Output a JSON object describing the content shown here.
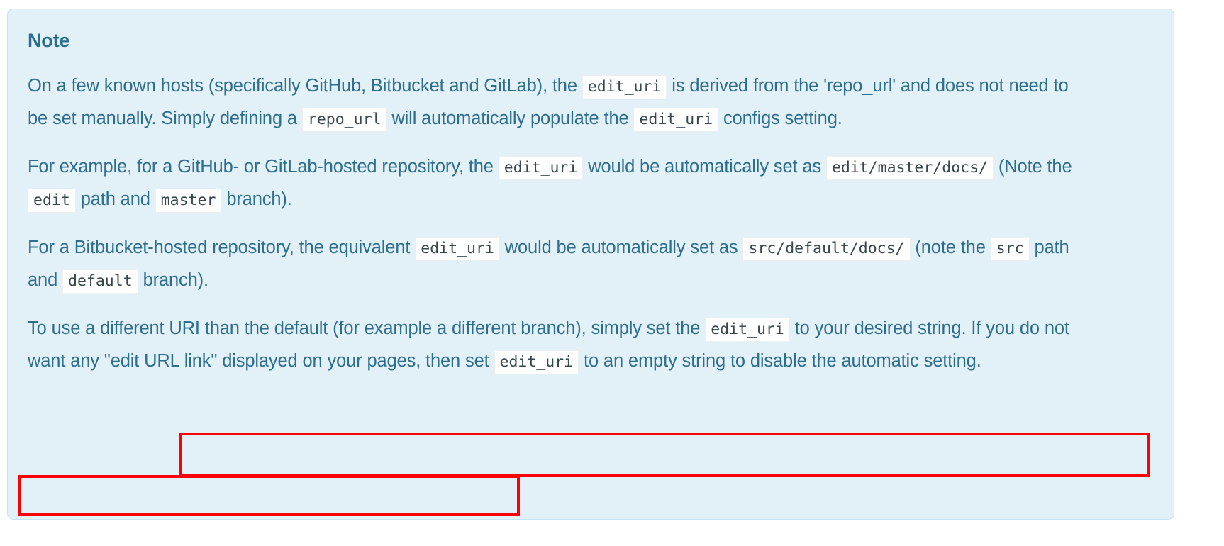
{
  "admonition": {
    "type": "note",
    "title": "Note",
    "colors": {
      "background": "#e2f0f7",
      "border": "#c6e5f2",
      "text": "#2d6e8e",
      "title": "#2a6e8f",
      "code_background": "#ffffff",
      "code_border": "#eceff1",
      "code_text": "#37474f",
      "annotation": "#fb0007"
    },
    "paragraphs": [
      {
        "id": "p1",
        "parts": [
          {
            "type": "text",
            "value": "On a few known hosts (specifically GitHub, Bitbucket and GitLab), the "
          },
          {
            "type": "code",
            "value": "edit_uri"
          },
          {
            "type": "text",
            "value": " is derived from the 'repo_url' and does not need to be set manually. Simply defining a "
          },
          {
            "type": "code",
            "value": "repo_url"
          },
          {
            "type": "text",
            "value": " will automatically populate the "
          },
          {
            "type": "code",
            "value": "edit_uri"
          },
          {
            "type": "text",
            "value": " configs setting."
          }
        ]
      },
      {
        "id": "p2",
        "parts": [
          {
            "type": "text",
            "value": "For example, for a GitHub- or GitLab-hosted repository, the "
          },
          {
            "type": "code",
            "value": "edit_uri"
          },
          {
            "type": "text",
            "value": " would be automatically set as "
          },
          {
            "type": "code",
            "value": "edit/master/docs/"
          },
          {
            "type": "text",
            "value": " (Note the "
          },
          {
            "type": "code",
            "value": "edit"
          },
          {
            "type": "text",
            "value": " path and "
          },
          {
            "type": "code",
            "value": "master"
          },
          {
            "type": "text",
            "value": " branch)."
          }
        ]
      },
      {
        "id": "p3",
        "parts": [
          {
            "type": "text",
            "value": "For a Bitbucket-hosted repository, the equivalent "
          },
          {
            "type": "code",
            "value": "edit_uri"
          },
          {
            "type": "text",
            "value": " would be automatically set as "
          },
          {
            "type": "code",
            "value": "src/default/docs/"
          },
          {
            "type": "text",
            "value": " (note the "
          },
          {
            "type": "code",
            "value": "src"
          },
          {
            "type": "text",
            "value": " path and "
          },
          {
            "type": "code",
            "value": "default"
          },
          {
            "type": "text",
            "value": " branch)."
          }
        ]
      },
      {
        "id": "p4",
        "parts": [
          {
            "type": "text",
            "value": "To use a different URI than the default (for example a different branch), simply set the "
          },
          {
            "type": "code",
            "value": "edit_uri"
          },
          {
            "type": "text",
            "value": " to your desired string. If you do not want any \"edit URL link\" displayed on your pages, then set "
          },
          {
            "type": "code",
            "value": "edit_uri"
          },
          {
            "type": "text",
            "value": " to an empty string to disable the automatic setting."
          }
        ]
      }
    ]
  },
  "annotations": [
    {
      "id": "ann-1",
      "shape": "rectangle",
      "color": "#fb0007",
      "highlights": "If you do not want any \"edit URL link\" displayed on your pages, then set edit_uri to an"
    },
    {
      "id": "ann-2",
      "shape": "rectangle",
      "color": "#fb0007",
      "highlights": "empty string to disable the automatic setting."
    }
  ]
}
